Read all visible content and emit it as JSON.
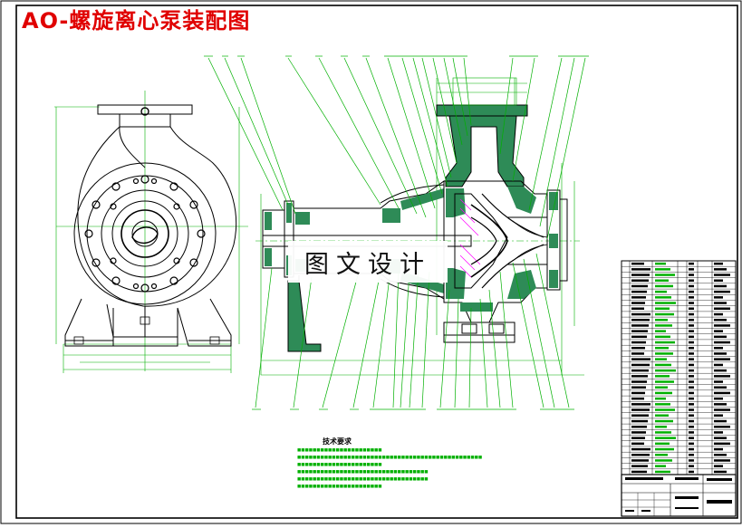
{
  "drawing": {
    "title": "AO-螺旋离心泵装配图",
    "watermark": "图文设计",
    "technical_requirements_title": "技术要求",
    "colors": {
      "frame": "#000000",
      "title": "#e00000",
      "part_outline": "#000000",
      "leader_lines": "#00b000",
      "section_fill": "#2e8b57",
      "hatch": "#ff00ff"
    }
  }
}
